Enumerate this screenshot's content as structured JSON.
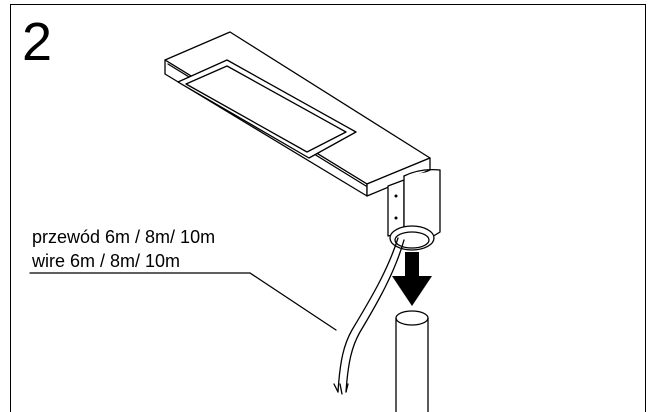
{
  "step_number": "2",
  "cable_label": {
    "line1": "przewód 6m / 8m/ 10m",
    "line2": "wire 6m / 8m/ 10m"
  }
}
